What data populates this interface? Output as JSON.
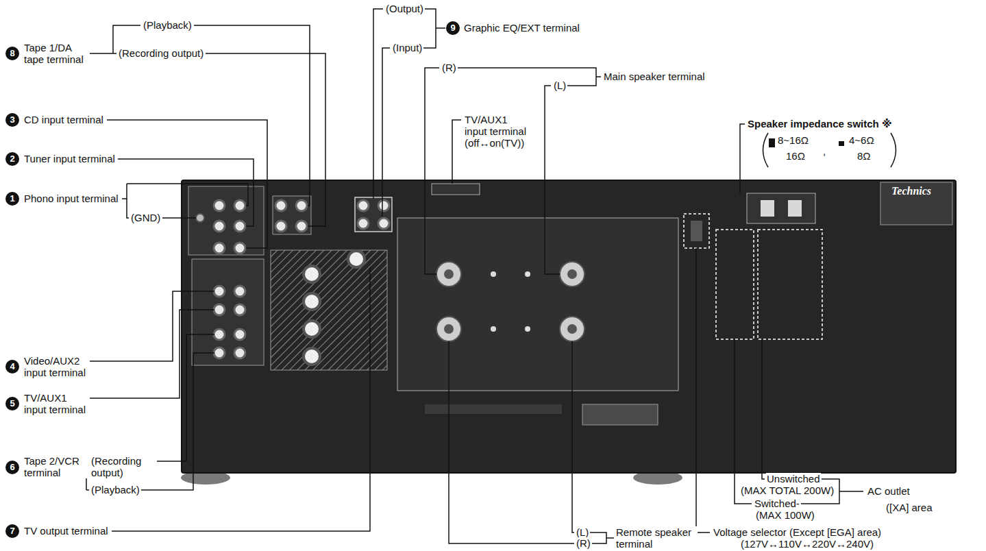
{
  "diagram": {
    "nodes": [
      {
        "text": [
          "1",
          "Phono input terminal"
        ]
      },
      {
        "text": [
          "2",
          "Tuner input terminal"
        ]
      },
      {
        "text": [
          "3",
          "CD input terminal"
        ]
      },
      {
        "text": [
          "4",
          "Video/AUX2 input terminal"
        ]
      },
      {
        "text": [
          "5",
          "TV/AUX1 input terminal"
        ]
      },
      {
        "text": [
          "6",
          "Tape 2/VCR terminal"
        ]
      },
      {
        "text": [
          "7",
          "TV output terminal"
        ]
      },
      {
        "text": [
          "8",
          "Tape 1/DA tape terminal"
        ]
      },
      {
        "text": [
          "9",
          "Graphic EQ/EXT terminal"
        ]
      }
    ],
    "labels": [
      "(Playback)",
      "(Recording output)",
      "(Output)",
      "(Input)",
      "(R)",
      "(L)",
      "Main speaker terminal",
      "(GND)",
      "TV/AUX1 input terminal (off↔on(TV))",
      "Speaker impedance switch ※",
      "8~16Ω",
      "16Ω",
      ",",
      "4~6Ω",
      "8Ω",
      "(Recording output)",
      "(Playback)",
      "(L)",
      "(R)",
      "Remote speaker terminal",
      "Unswitched",
      "(MAX TOTAL 200W)",
      "Switched-",
      "(MAX 100W)",
      "AC outlet",
      "([XA] area",
      "Voltage selector (Except [EGA] area)",
      "(127V↔110V↔220V↔240V)",
      "Technics"
    ]
  }
}
